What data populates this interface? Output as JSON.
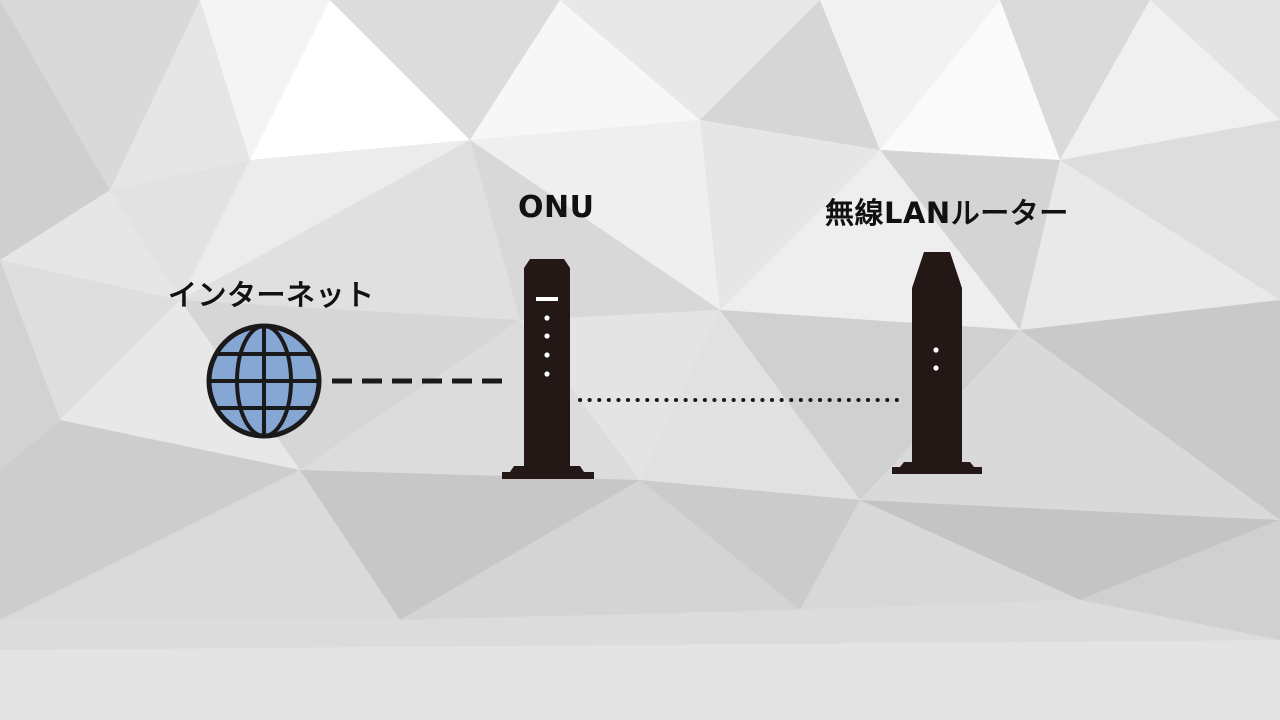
{
  "labels": {
    "internet": "インターネット",
    "onu": "ONU",
    "router": "無線LANルーター"
  },
  "colors": {
    "device_body": "#231815",
    "globe_fill": "#86a6d4",
    "line": "#1a1a1a"
  },
  "icons": {
    "internet": "globe-icon",
    "onu": "onu-device-icon",
    "router": "wireless-router-icon"
  },
  "connections": [
    {
      "from": "internet",
      "to": "onu",
      "style": "dashed"
    },
    {
      "from": "onu",
      "to": "router",
      "style": "dotted"
    }
  ]
}
